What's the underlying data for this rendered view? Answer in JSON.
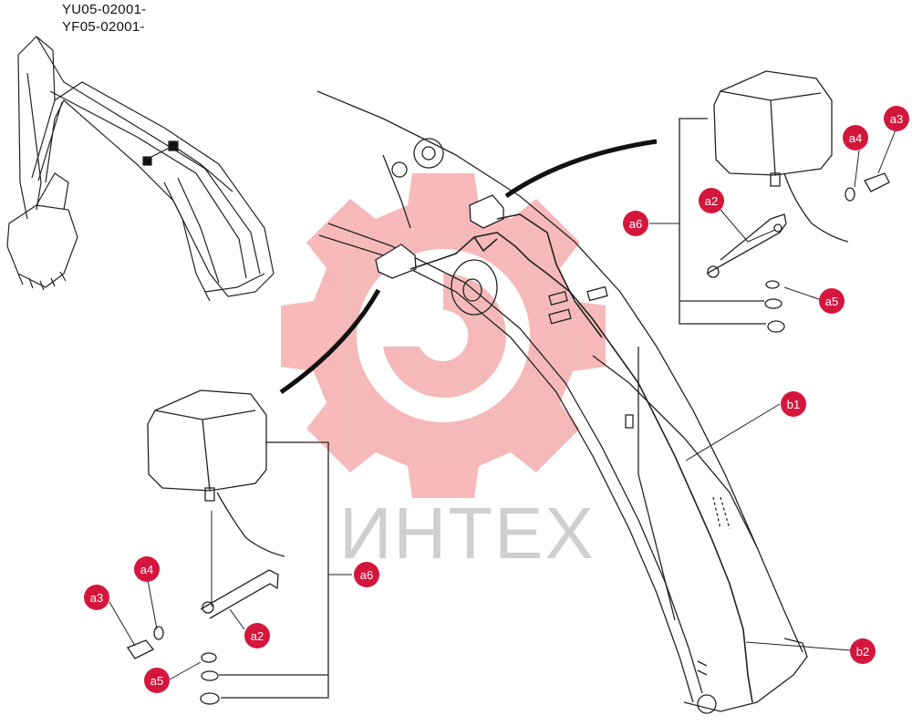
{
  "header": {
    "serial_line_1": "YU05-02001-",
    "serial_line_2": "YF05-02001-"
  },
  "watermark": {
    "text": "ИНТЕХ",
    "gear_color": "#f08080",
    "text_color": "#cfcfcf"
  },
  "callout_color": "#d4163c",
  "callouts": {
    "a3_right": "a3",
    "a4_right": "a4",
    "a6_right": "a6",
    "a2_right": "a2",
    "a5_right": "a5",
    "b1": "b1",
    "b2": "b2",
    "a3_left": "a3",
    "a4_left": "a4",
    "a6_left": "a6",
    "a2_left": "a2",
    "a5_left": "a5"
  }
}
